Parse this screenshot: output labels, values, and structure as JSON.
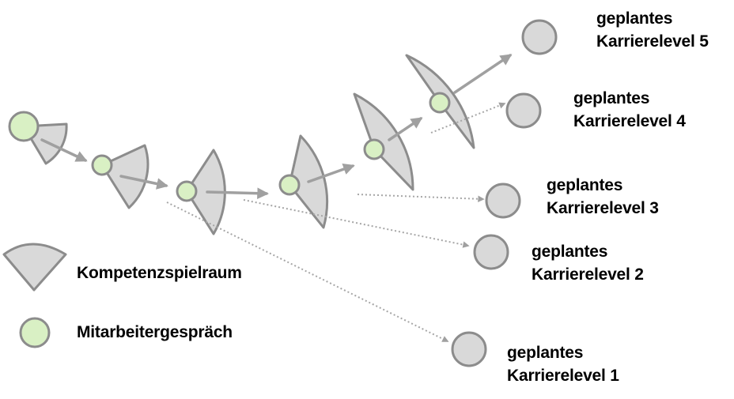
{
  "colors": {
    "sector_fill": "#d9d9d9",
    "stroke": "#8c8c8c",
    "arrow": "#a0a0a0",
    "dotted": "#a6a6a6",
    "node_fill": "#d9f0c4",
    "level_fill": "#d9d9d9",
    "text": "#000000"
  },
  "icons": {
    "sector": "sector-icon",
    "node": "circle-node-icon",
    "target": "circle-target-icon"
  },
  "levels": [
    {
      "line1": "geplantes",
      "line2": "Karrierelevel 5"
    },
    {
      "line1": "geplantes",
      "line2": "Karrierelevel 4"
    },
    {
      "line1": "geplantes",
      "line2": "Karrierelevel 3"
    },
    {
      "line1": "geplantes",
      "line2": "Karrierelevel 2"
    },
    {
      "line1": "geplantes",
      "line2": "Karrierelevel 1"
    }
  ],
  "legend": {
    "sector_label": "Kompetenzspielraum",
    "node_label": "Mitarbeitergespräch"
  }
}
